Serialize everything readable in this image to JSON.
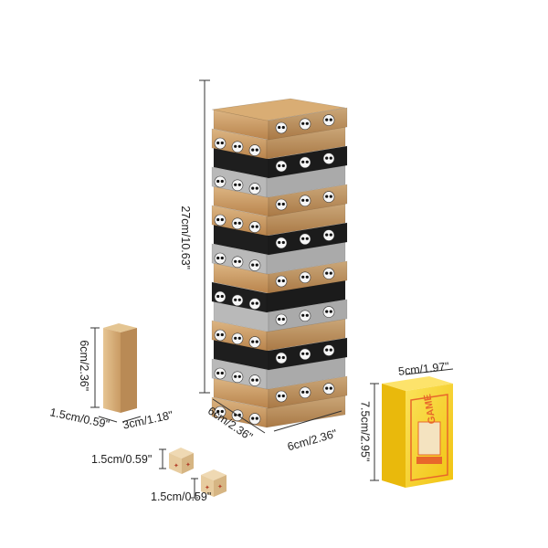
{
  "dimensions": {
    "tower_height": "27cm/10.63\"",
    "tower_depth": "6cm/2.36\"",
    "tower_width": "6cm/2.36\"",
    "block_height": "6cm/2.36\"",
    "block_thickness": "1.5cm/0.59\"",
    "block_width": "3cm/1.18\"",
    "dice_size_1": "1.5cm/0.59\"",
    "dice_size_2": "1.5cm/0.59\"",
    "box_width": "5cm/1.97\"",
    "box_height": "7.5cm/2.95\""
  },
  "box_text": {
    "brand": "GAME"
  },
  "colors": {
    "wood": "#c99a63",
    "wood_light": "#e0bf8f",
    "black_block": "#1e1e1e",
    "gray_block": "#b9b9b9",
    "box_yellow": "#f7cf1c",
    "box_orange": "#e8672b"
  },
  "tower_layers": [
    "wood",
    "wood",
    "black",
    "gray",
    "wood",
    "wood",
    "black",
    "gray",
    "wood",
    "black",
    "gray",
    "wood",
    "black",
    "gray",
    "wood",
    "wood"
  ]
}
